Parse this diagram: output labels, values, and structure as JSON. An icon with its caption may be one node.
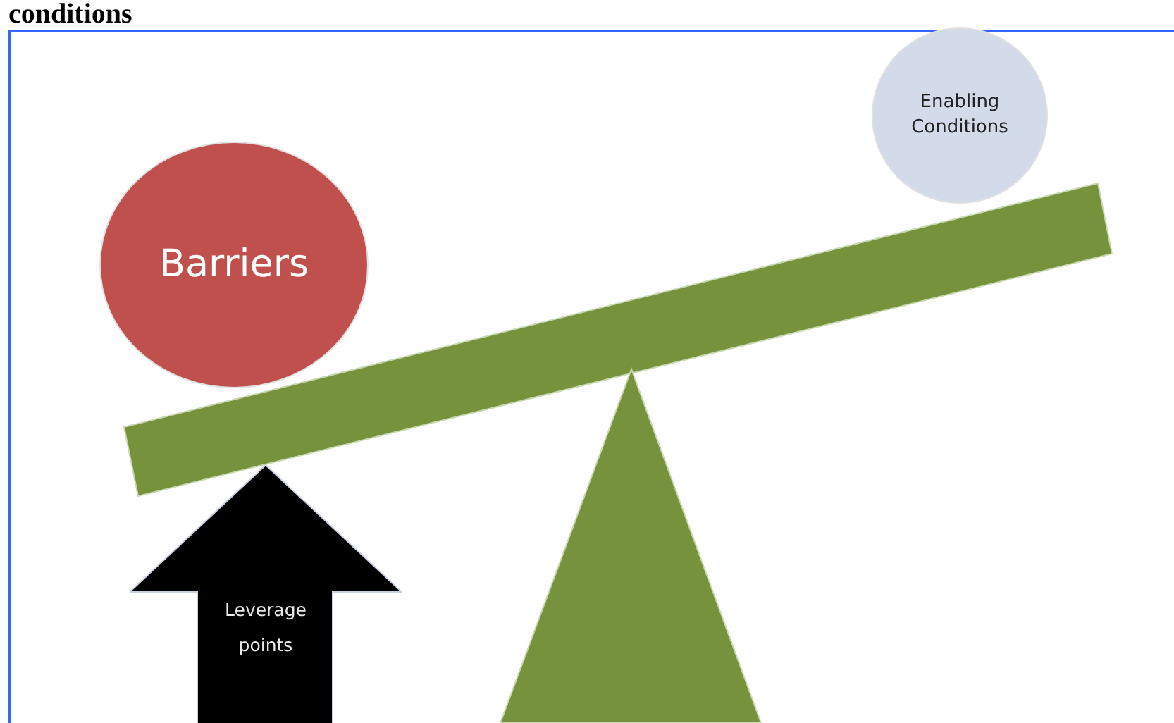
{
  "diagram": {
    "title": "conditions",
    "nodes": [
      {
        "text": [
          "Barriers"
        ]
      },
      {
        "text": [
          "Enabling Conditions"
        ]
      },
      {
        "text": [
          "Leverage points"
        ]
      }
    ],
    "edges": []
  }
}
